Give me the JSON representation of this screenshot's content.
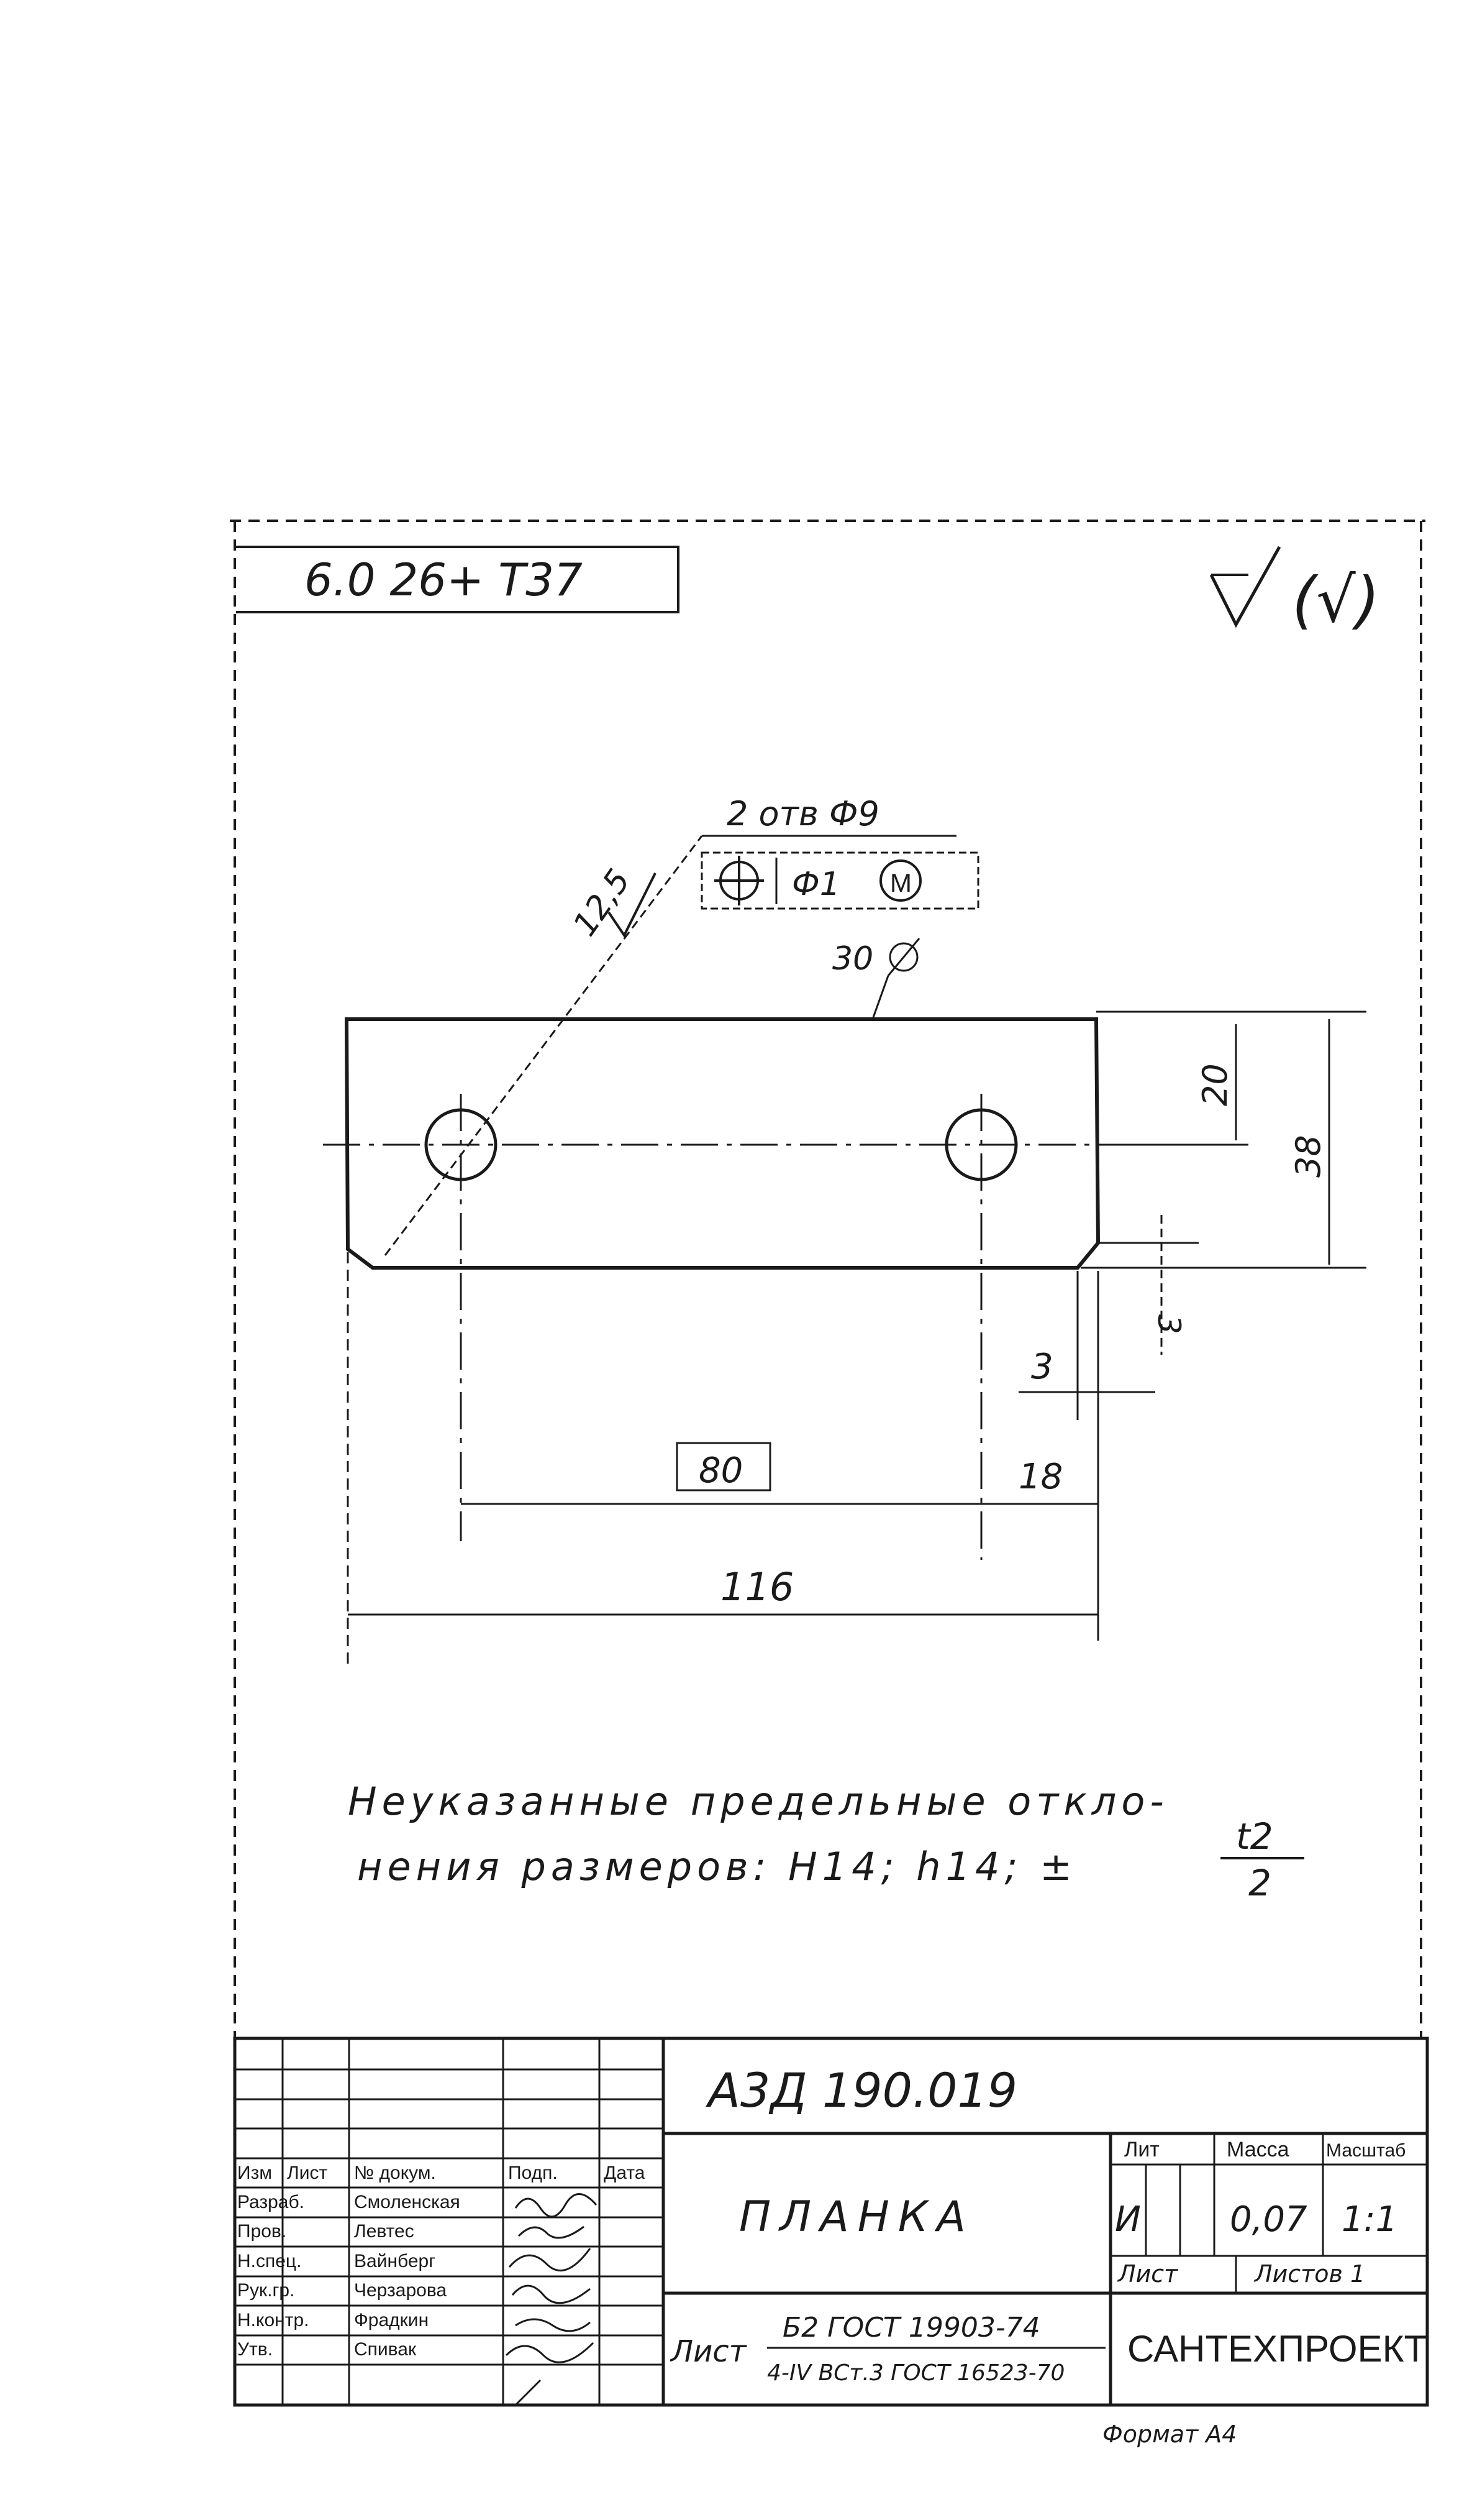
{
  "corner_stamp": "6.0 26+ T37",
  "roughness_mark": "(√)",
  "drawing": {
    "holes_note": "2 отв Ф9",
    "position_tolerance": "Ф1",
    "position_modifier": "M",
    "roughness_surface": "12,5",
    "roughness_edge": "30",
    "dims": {
      "height_total": "38",
      "to_axis": "20",
      "chamfer_v": "3",
      "chamfer_h": "3",
      "hole_spacing": "80",
      "edge_offset": "18",
      "length_total": "116"
    }
  },
  "notes": {
    "line1": "Неуказанные предельные откло-",
    "line2_prefix": "нения размеров: Н14; h14; ±",
    "fraction_top": "t2",
    "fraction_bottom": "2"
  },
  "title_block": {
    "designation": "А3Д 190.019",
    "part_name": "ПЛАНКА",
    "col_headers": [
      "Изм",
      "Лист",
      "№ докум.",
      "Подп.",
      "Дата"
    ],
    "roles": [
      "Разраб.",
      "Пров.",
      "Н.спец.",
      "Рук.гр.",
      "Н.контр.",
      "Утв."
    ],
    "names": [
      "Смоленская",
      "Левтес",
      "Вайнберг",
      "Черзарова",
      "Фрадкин",
      "Спивак"
    ],
    "lit_label": "Лит",
    "mass_label": "Масса",
    "scale_label": "Масштаб",
    "lit_value": "И",
    "mass_value": "0,07",
    "scale_value": "1:1",
    "sheet_label": "Лист",
    "sheets_label": "Листов 1",
    "material_prefix": "Лист",
    "material_top": "Б2 ГОСТ 19903-74",
    "material_bottom": "4-IV ВСт.3 ГОСТ 16523-70",
    "organization": "САНТЕХПРОЕКТ",
    "format": "Формат А4"
  }
}
